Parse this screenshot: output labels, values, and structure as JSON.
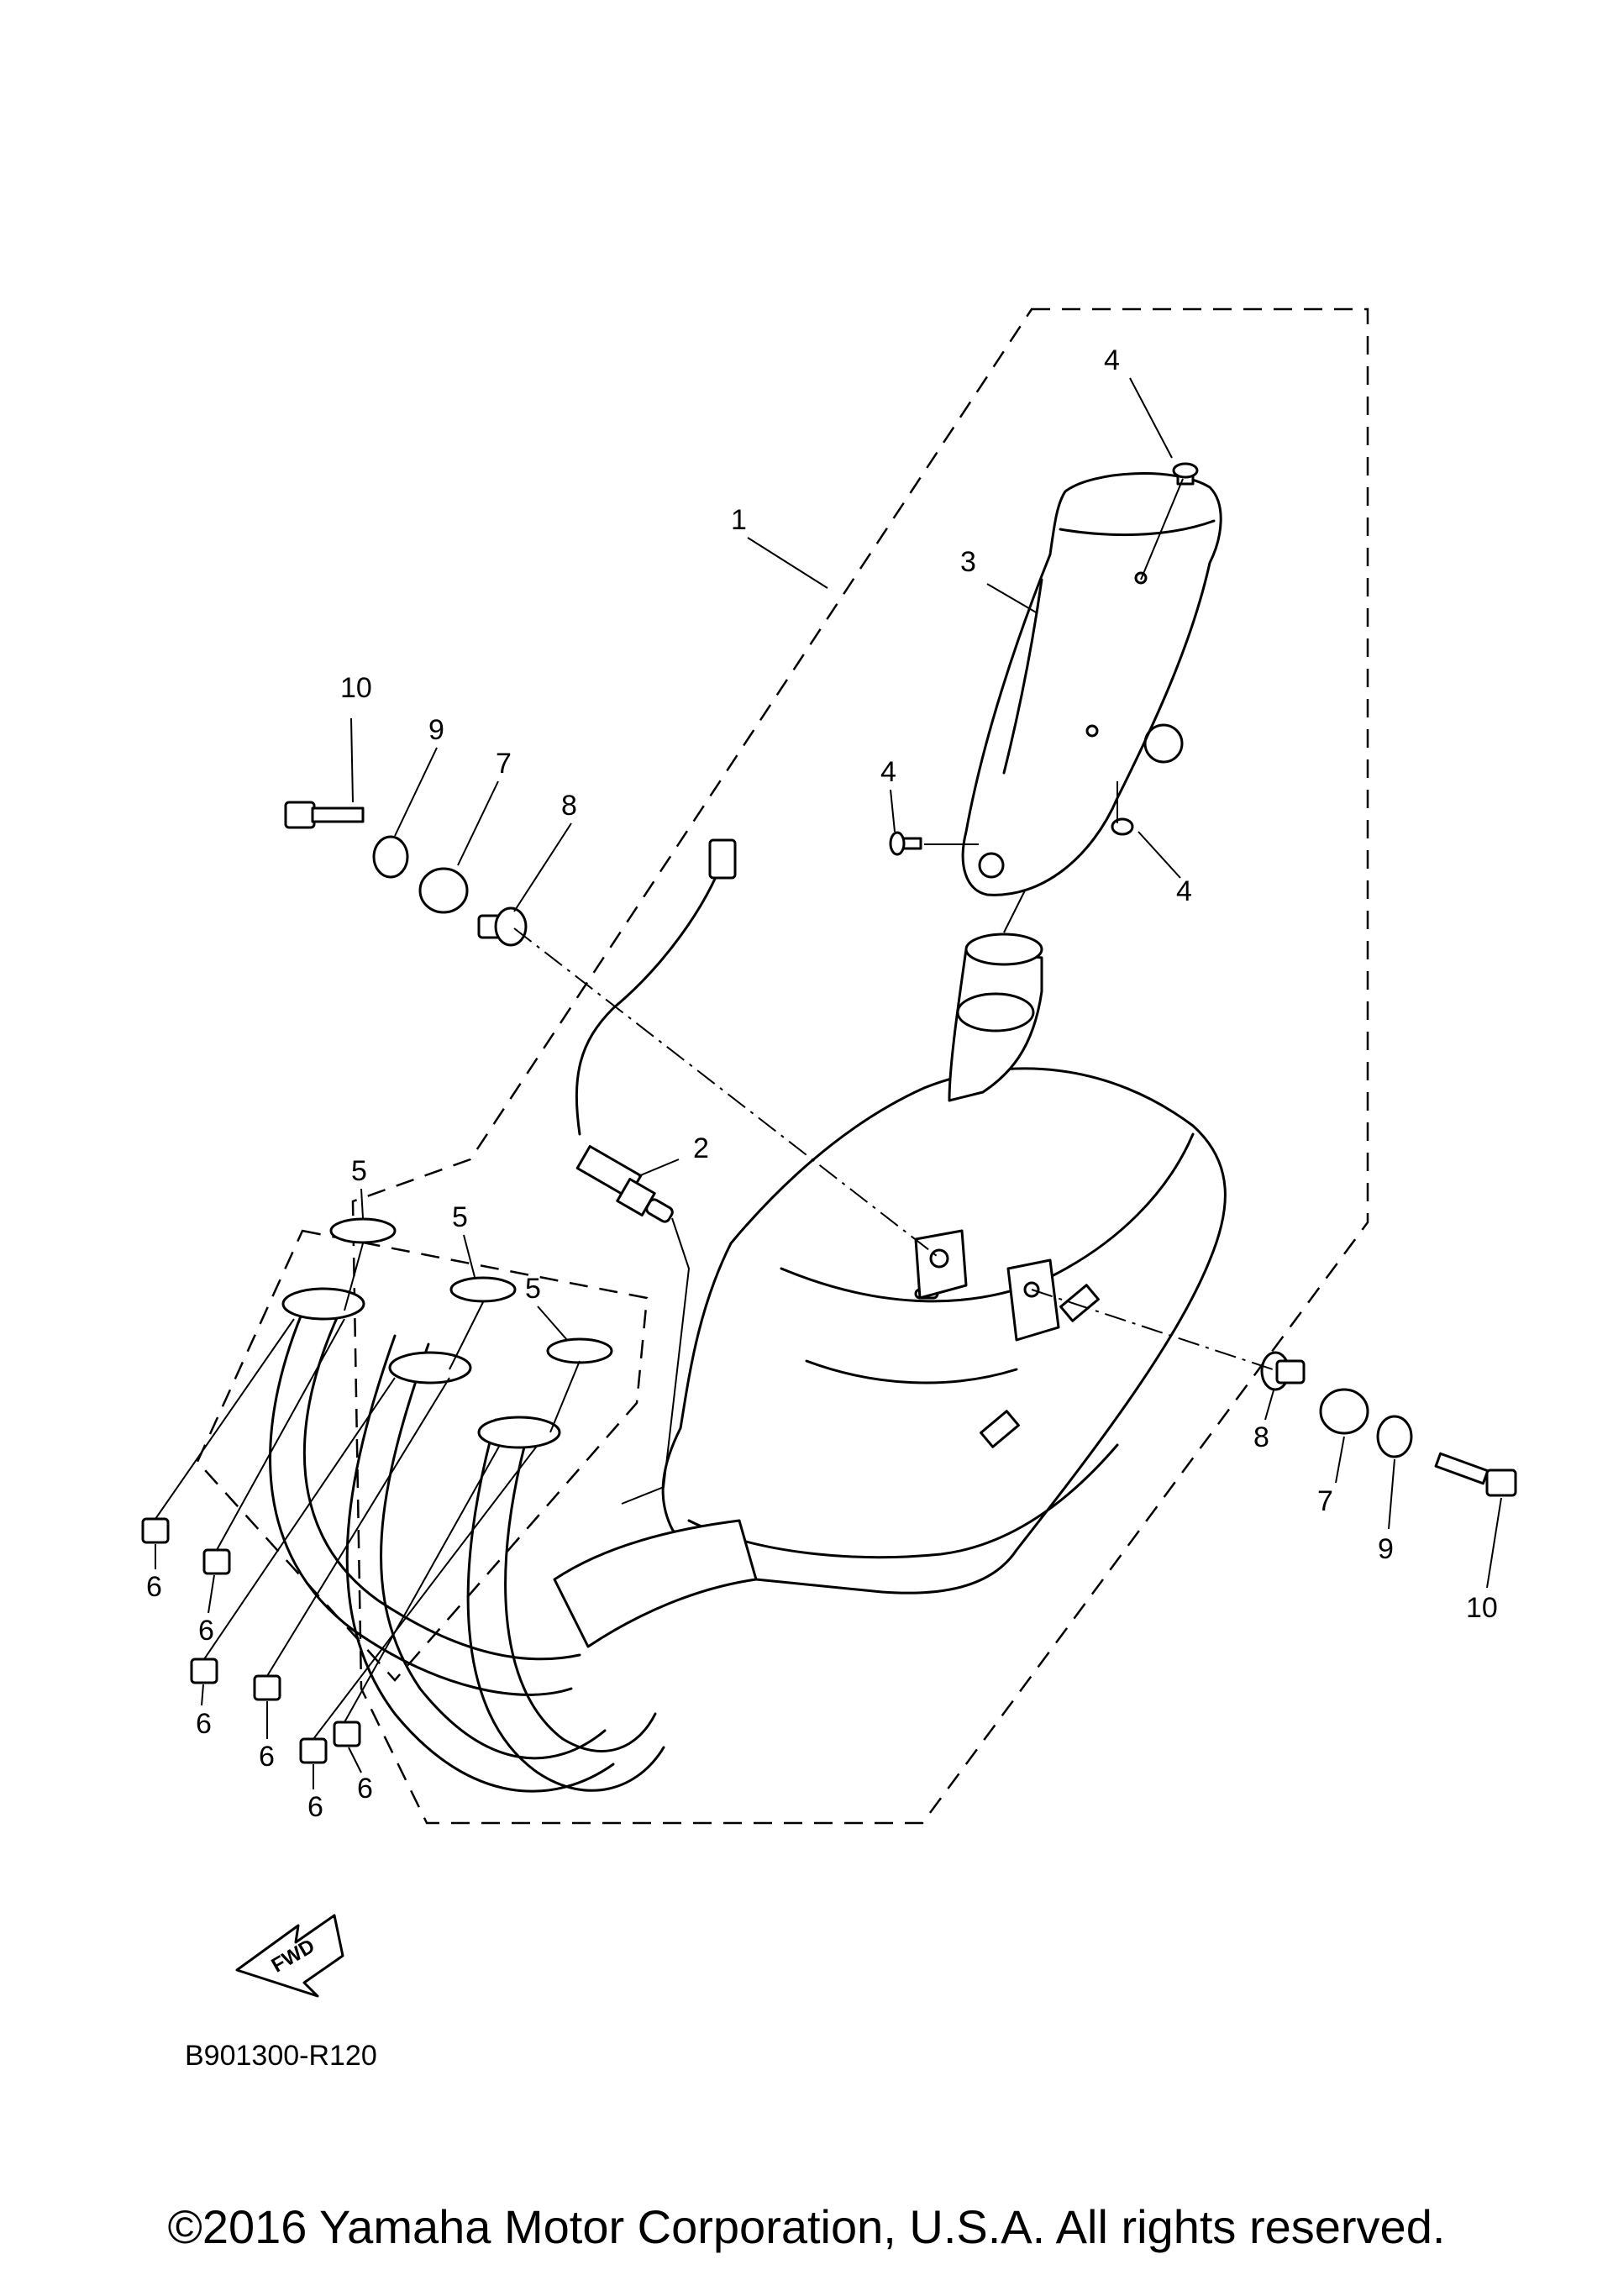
{
  "diagram": {
    "reference_code": "B901300-R120",
    "direction_label": "FWD",
    "callouts": {
      "c1": "1",
      "c2": "2",
      "c3": "3",
      "c4a": "4",
      "c4b": "4",
      "c4c": "4",
      "c5a": "5",
      "c5b": "5",
      "c5c": "5",
      "c6a": "6",
      "c6b": "6",
      "c6c": "6",
      "c6d": "6",
      "c6e": "6",
      "c6f": "6",
      "c7a": "7",
      "c7b": "7",
      "c8a": "8",
      "c8b": "8",
      "c9a": "9",
      "c9b": "9",
      "c10a": "10",
      "c10b": "10"
    }
  },
  "footer": {
    "copyright": "©2016 Yamaha Motor Corporation, U.S.A. All rights reserved."
  }
}
